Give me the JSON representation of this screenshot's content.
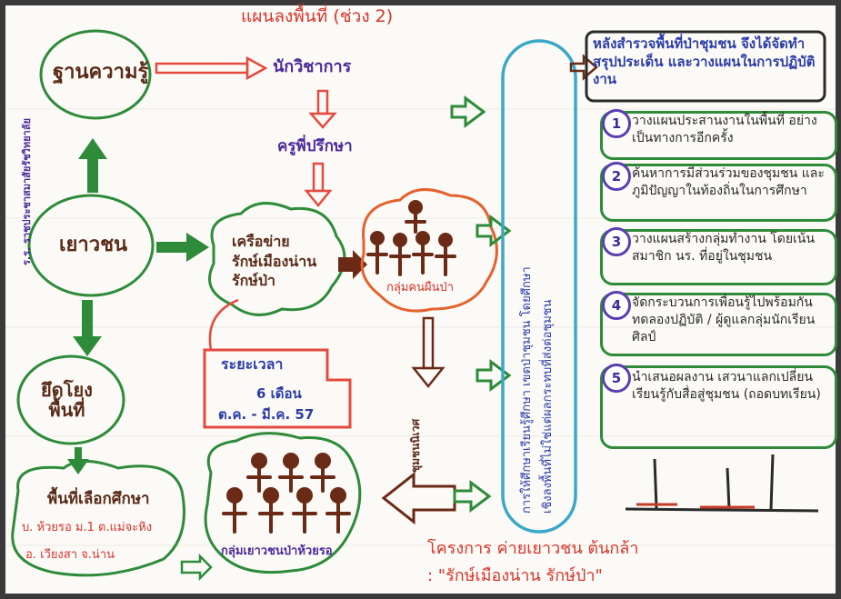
{
  "title": "แผนลงพื้นที่ (ช่วง 2)",
  "left": {
    "knowledge_base": "ฐานความรู้",
    "youth": "เยาวชน",
    "youth_sub_vertical": "ร.ร. ราชประชาสมาสัยรัชวิทยาลัย",
    "area_link": "ยึดโยง\nพื้นที่",
    "study_area_title": "พื้นที่เลือกศึกษา",
    "study_area_line1": "บ. ห้วยรอ ม.1 ต.แม่จะหิง",
    "study_area_line2": "อ. เวียงสา จ.น่าน"
  },
  "middle": {
    "scholar": "นักวิชาการ",
    "mentor": "ครูพี่ปรึกษา",
    "network": "เครือข่าย\nรักษ์เมืองน่าน\nรักษ์ป่า",
    "forest_group": "กลุ่มคนผืนป่า",
    "duration_title": "ระยะเวลา",
    "duration_value": "6 เดือน",
    "duration_range": "ต.ค. - มี.ค. 57",
    "community_label": "ชุมชนนิเวศ",
    "youth_group": "กลุ่มเยาวชนป่าห้วยรอ"
  },
  "capsule": {
    "line1": "การให้ศึกษาเรียนรู้ศึกษา เขตป่าชุมชน โดยศึกษา",
    "line2": "เชิงลงพื้นที่ไม่ใช่แต่ผลกระทบที่ส่งต่อชุมชน"
  },
  "right": {
    "header": "หลังสำรวจพื้นที่ป่าชุมชน จึงได้จัดทำสรุปประเด็น และวางแผนในการปฏิบัติงาน",
    "items": [
      {
        "num": "1",
        "text": "วางแผนประสานงานในพื้นที่ อย่าง เป็นทางการอีกครั้ง"
      },
      {
        "num": "2",
        "text": "ค้นหาการมีส่วนร่วมของชุมชน และภูมิปัญญาในท้องถิ่นในการศึกษา"
      },
      {
        "num": "3",
        "text": "วางแผนสร้างกลุ่มทำงาน โดยเน้นสมาชิก นร. ที่อยู่ในชุมชน"
      },
      {
        "num": "4",
        "text": "จัดกระบวนการเพื่อนรู้ไปพร้อมกันทดลองปฏิบัติ / ผู้ดูแลกลุ่มนักเรียนศิลป์"
      },
      {
        "num": "5",
        "text": "นำเสนอผลงาน เสวนาแลกเปลี่ยนเรียนรู้กับสื่อสู่ชุมชน (ถอดบทเรียน)"
      }
    ]
  },
  "footer": {
    "project_line": "โครงการ ค่ายเยาวชน ต้นกล้า",
    "project_name": ": \"รักษ์เมืองน่าน รักษ์ป่า\""
  },
  "colors": {
    "paper": "#fbfaf6",
    "green": "#2e8b3a",
    "red": "#d9342b",
    "brown": "#5a2b18",
    "orange": "#e4622f",
    "blue_outline": "#3aa8c8",
    "purple": "#5b3fb0"
  }
}
